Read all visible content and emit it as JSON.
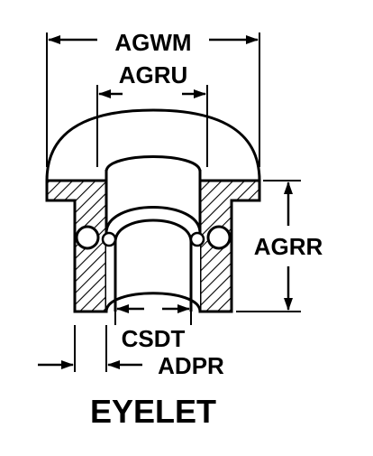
{
  "diagram": {
    "title": "EYELET",
    "dimensions": {
      "outer_head_diameter": "AGWM",
      "inner_head_diameter": "AGRU",
      "body_length": "AGRR",
      "inner_bore_diameter": "CSDT",
      "wall_thickness": "ADPR"
    }
  },
  "colors": {
    "ink": "#000000",
    "paper": "#ffffff"
  }
}
